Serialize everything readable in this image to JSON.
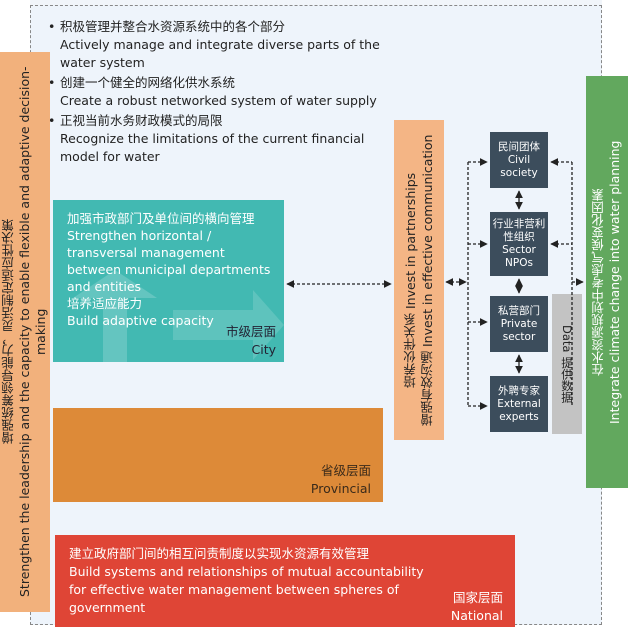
{
  "bullets": [
    {
      "zh": "积极管理并整合水资源系统中的各个部分",
      "en": "Actively manage and integrate diverse parts of the water system"
    },
    {
      "zh": "创建一个健全的网络化供水系统",
      "en": "Create a robust networked system of water supply"
    },
    {
      "zh": "正视当前水务财政模式的局限",
      "en": "Recognize the limitations of the current financial model for water"
    }
  ],
  "left_bar": {
    "zh": "增强统筹领导能力，灵活制定适应性决策",
    "en": "Strengthen the leadership and the capacity to enable flexible and adaptive decision-making"
  },
  "right_bar": {
    "zh": "在水资源规划中考虑气候变化因素",
    "en": "Integrate climate change into water planning"
  },
  "city": {
    "zh1": "加强市政部门及单位间的横向管理",
    "en1": "Strengthen horizontal / transversal management between municipal departments and entities",
    "zh2": "培养适应能力",
    "en2": "Build adaptive capacity",
    "level_zh": "市级层面",
    "level_en": "City"
  },
  "provincial": {
    "level_zh": "省级层面",
    "level_en": "Provincial"
  },
  "national": {
    "zh": "建立政府部门间的相互问责制度以实现水资源有效管理",
    "en": "Build systems and relationships of mutual accountability for effective water management between spheres of government",
    "level_zh": "国家层面",
    "level_en": "National"
  },
  "invest": {
    "line1": "培养伙伴关系 Invest in partnerships",
    "line2": "增强有效沟通 Invest in effective communication"
  },
  "stakeholders": [
    {
      "zh": "民间团体",
      "en": "Civil society"
    },
    {
      "zh": "行业非营利性组织",
      "en": "Sector NPOs"
    },
    {
      "zh": "私营部门",
      "en": "Private sector"
    },
    {
      "zh": "外聘专家",
      "en": "External experts"
    }
  ],
  "data_box": {
    "zh": "提供数据",
    "en": "Data"
  },
  "colors": {
    "teal": "#42b9b2",
    "orange": "#dd8a38",
    "red": "#df4536",
    "green": "#62a85e",
    "peach": "#f2b17c",
    "dark": "#3c4d5c",
    "grey": "#c3c3c3"
  }
}
